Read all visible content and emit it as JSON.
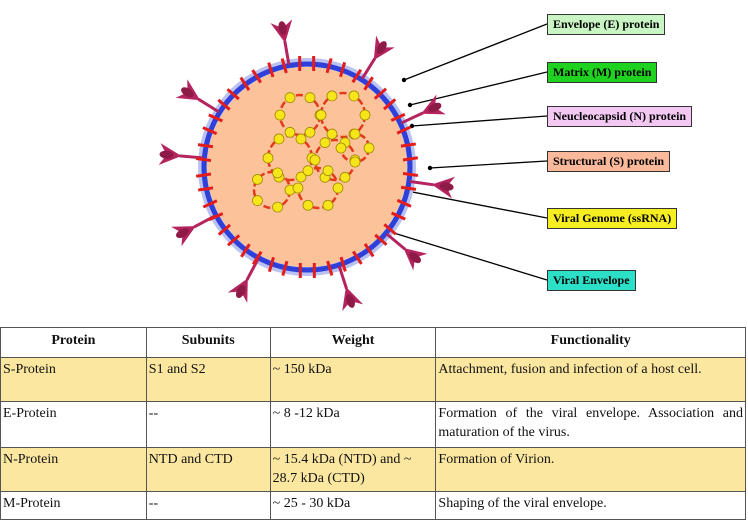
{
  "labels": {
    "envelope_e": {
      "text": "Envelope (E) protein",
      "bg": "#c9f5c4"
    },
    "matrix_m": {
      "text": "Matrix (M) protein",
      "bg": "#1fd21f"
    },
    "nucleocapsid_n": {
      "text": "Neucleocapsid (N) protein",
      "bg": "#f3c8f3"
    },
    "structural_s": {
      "text": "Structural (S) protein",
      "bg": "#f9b99a"
    },
    "viral_genome": {
      "text": "Viral Genome (ssRNA)",
      "bg": "#f7ee22"
    },
    "viral_envelope": {
      "text": "Viral Envelope",
      "bg": "#2ce0c8"
    }
  },
  "colors": {
    "envelope_ring": "#2f3fd9",
    "envelope_halo": "#b9c2f0",
    "core_fill": "#fcc39b",
    "spike": "#b5245f",
    "membrane_protein": "#e41c1c",
    "genome_bead": "#f7e51c",
    "row_highlight": "#fbe7a0"
  },
  "table": {
    "headers": [
      "Protein",
      "Subunits",
      "Weight",
      "Functionality"
    ],
    "rows": [
      {
        "protein": "S-Protein",
        "subunits": "S1 and S2",
        "weight": "~ 150 kDa",
        "function": "Attachment, fusion and infection of a host cell."
      },
      {
        "protein": "E-Protein",
        "subunits": "--",
        "weight": "~ 8 -12 kDa",
        "function": "Formation of the viral envelope. Association and maturation of the virus."
      },
      {
        "protein": "N-Protein",
        "subunits": "NTD and CTD",
        "weight": "~ 15.4 kDa (NTD) and ~ 28.7 kDa (CTD)",
        "function": "Formation of Virion."
      },
      {
        "protein": "M-Protein",
        "subunits": "--",
        "weight": "~ 25 - 30 kDa",
        "function": "Shaping of the viral envelope."
      }
    ]
  }
}
